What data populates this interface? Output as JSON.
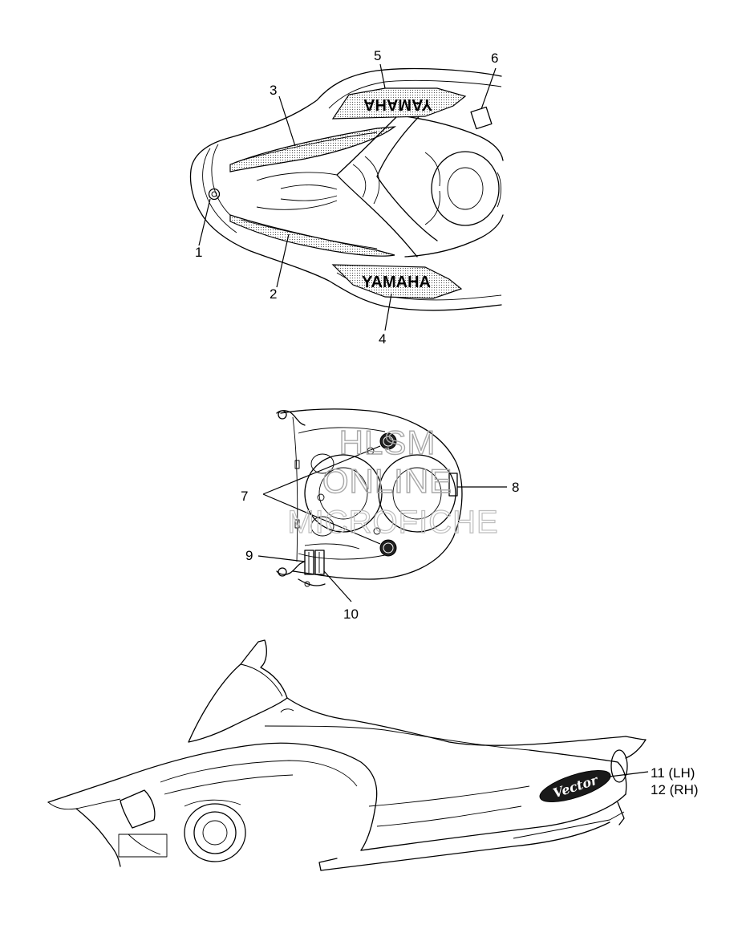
{
  "callouts": {
    "c1": "1",
    "c2": "2",
    "c3": "3",
    "c4": "4",
    "c5": "5",
    "c6": "6",
    "c7": "7",
    "c8": "8",
    "c9": "9",
    "c10": "10",
    "c11": "11 (LH)",
    "c12": "12 (RH)"
  },
  "decals": {
    "yamaha_left": "YAMAHA",
    "yamaha_right": "YAMAHA",
    "vector": "Vector"
  },
  "watermark": {
    "line1": "HLSM",
    "line2": "ONLINE",
    "line3": "MICROFICHE"
  }
}
